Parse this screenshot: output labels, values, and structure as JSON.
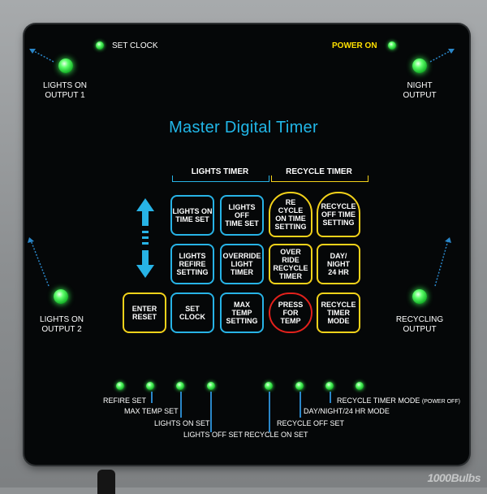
{
  "status": {
    "set_clock": "SET CLOCK",
    "power_on": "POWER ON"
  },
  "outputs": {
    "lights_on_1": "LIGHTS ON\nOUTPUT 1",
    "night": "NIGHT\nOUTPUT",
    "lights_on_2": "LIGHTS ON\nOUTPUT 2",
    "recycling": "RECYCLING\nOUTPUT"
  },
  "title": "Master Digital Timer",
  "groups": {
    "lights_timer": "LIGHTS TIMER",
    "recycle_timer": "RECYCLE TIMER"
  },
  "buttons": {
    "enter_reset": "ENTER\nRESET",
    "lights_on_time_set": "LIGHTS ON\nTIME SET",
    "lights_off_time_set": "LIGHTS OFF\nTIME SET",
    "lights_refire_setting": "LIGHTS\nREFIRE\nSETTING",
    "override_light_timer": "OVERRIDE\nLIGHT\nTIMER",
    "set_clock": "SET\nCLOCK",
    "max_temp_setting": "MAX\nTEMP\nSETTING",
    "recycle_on_time_setting": "RE\nCYCLE\nON TIME\nSETTING",
    "recycle_off_time_setting": "RECYCLE\nOFF TIME\nSETTING",
    "override_recycle_timer": "OVER\nRIDE\nRECYCLE\nTIMER",
    "day_night_24hr": "DAY/\nNIGHT\n24 HR",
    "press_for_temp": "PRESS\nFOR\nTEMP",
    "recycle_timer_mode": "RECYCLE\nTIMER\nMODE"
  },
  "indicators": {
    "refire_set": "REFIRE SET",
    "max_temp_set": "MAX TEMP SET",
    "lights_on_set": "LIGHTS ON SET",
    "lights_off_set": "LIGHTS OFF SET",
    "recycle_on_set": "RECYCLE ON SET",
    "recycle_off_set": "RECYCLE OFF SET",
    "day_night_mode": "DAY/NIGHT/24 HR MODE",
    "recycle_timer_mode": "RECYCLE TIMER MODE",
    "recycle_timer_mode_note": "(POWER OFF)"
  },
  "watermark": "1000Bulbs",
  "colors": {
    "panel": "#050708",
    "led_green": "#3cff55",
    "accent_blue": "#21b7e8",
    "button_blue": "#27b3e6",
    "button_yellow": "#f3d21a",
    "button_red": "#e3211c",
    "power_on_yellow": "#ffe000"
  }
}
